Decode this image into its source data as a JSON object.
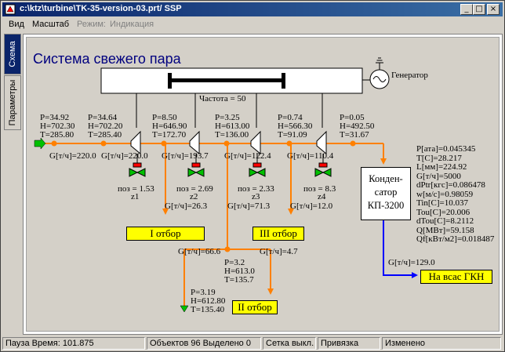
{
  "window": {
    "title": "c:\\ktz\\turbine\\TK-35-version-03.prt/ SSP",
    "buttons": {
      "minimize": "_",
      "maximize": "□",
      "close": "×"
    }
  },
  "menu": {
    "items": [
      "Вид",
      "Масштаб"
    ],
    "mode_label": "Режим:",
    "mode_value": "Индикация"
  },
  "side_tabs": [
    "Схема",
    "Параметры"
  ],
  "diagram": {
    "title": "Система свежего пара",
    "generator_label": "Генератор",
    "frequency_label": "Частота = 50",
    "inlet": {
      "P": "P=34.92",
      "H": "H=702.30",
      "T": "T=285.80"
    },
    "stages": [
      {
        "P": "P=34.64",
        "H": "H=702.20",
        "T": "T=285.40"
      },
      {
        "P": "P=8.50",
        "H": "H=646.90",
        "T": "T=172.70"
      },
      {
        "P": "P=3.25",
        "H": "H=613.00",
        "T": "T=136.00"
      },
      {
        "P": "P=0.74",
        "H": "H=566.30",
        "T": "T=91.09"
      },
      {
        "P": "P=0.05",
        "H": "H=492.50",
        "T": "T=31.67"
      }
    ],
    "flows": [
      "G[т/ч]=220.0",
      "G[т/ч]=220.0",
      "G[т/ч]=193.7",
      "G[т/ч]=122.4",
      "G[т/ч]=110.4"
    ],
    "valves": [
      {
        "label": "поз",
        "value": "= 1.53",
        "id": "z1"
      },
      {
        "label": "поз",
        "value": "= 2.69",
        "id": "z2"
      },
      {
        "label": "поз",
        "value": "= 2.33",
        "id": "z3"
      },
      {
        "label": "поз",
        "value": "= 8.3",
        "id": "z4"
      }
    ],
    "extraction_flows": {
      "e1": "G[т/ч]=26.3",
      "e2": "G[т/ч]=71.3",
      "e3": "G[т/ч]=12.0",
      "e4": "G[т/ч]=66.6",
      "e5": "G[т/ч]=4.7",
      "e6": "G[т/ч]=129.0"
    },
    "extractions": {
      "otbor1": "I отбор",
      "otbor2": "II отбор",
      "otbor3": "III отбор",
      "gkn": "На всас ГКН"
    },
    "mid_node": {
      "P": "P=3.2",
      "H": "H=613.0",
      "T": "T=135.7"
    },
    "bottom_node": {
      "P": "P=3.19",
      "H": "H=612.80",
      "T": "T=135.40"
    },
    "condenser": {
      "line1": "Конден-",
      "line2": "сатор",
      "line3": "КП-3200"
    },
    "condenser_stats": [
      "P[ата]=0.045345",
      "T[C]=28.217",
      "L[мм]=224.92",
      "G[т/ч]=5000",
      "dPtr[кгс]=0.086478",
      "w[м/с]=0.98059",
      "Tin[C]=10.037",
      "Tou[C]=20.006",
      "dTou[C]=8.2112",
      "Q[МВт]=59.158",
      "Qf[кВт/м2]=0.018487"
    ],
    "colors": {
      "steam_line": "#ff8000",
      "node": "#ff8000",
      "condensate_line": "#0000ff",
      "valve_body": "#00c000",
      "valve_cap": "#ff0000",
      "label_box": "#ffff00",
      "title": "#00007f"
    }
  },
  "status": {
    "pause": "Пауза",
    "time_label": "Время:",
    "time_value": "101.875",
    "objects": "Объектов 96",
    "selected": "Выделено 0",
    "grid": "Сетка выкл.",
    "snap": "Привязка",
    "modified": "Изменено"
  }
}
